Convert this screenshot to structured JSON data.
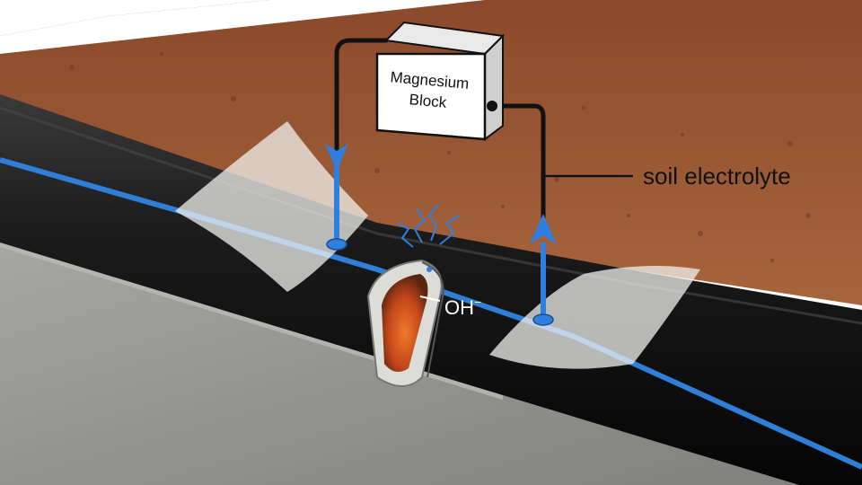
{
  "labels": {
    "anode_line1": "Magnesium",
    "anode_line2": "Block",
    "soil": "soil electrolyte",
    "ion": "OH",
    "ion_charge": "−"
  },
  "colors": {
    "soil": "#9c5a35",
    "pipe": "#141414",
    "stripe": "#2f7fd8",
    "current_arrow": "#2e7fe0",
    "concrete": "#9a9a98",
    "rust": "#d4541c",
    "wire": "#111111"
  }
}
